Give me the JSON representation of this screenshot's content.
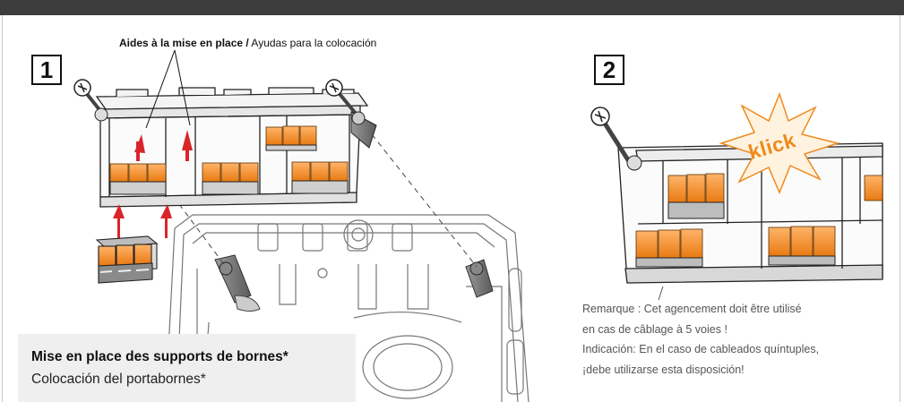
{
  "colors": {
    "topbar": "#3d3d3d",
    "accent": "#f08a1c",
    "arrow": "#d9252a",
    "panel": "#efefef"
  },
  "step1": {
    "number": "1"
  },
  "step2": {
    "number": "2"
  },
  "hint": {
    "fr": "Aides à la mise en place /",
    "es": " Ayudas para la colocación"
  },
  "panel": {
    "title_fr": "Mise en place des supports de bornes*",
    "title_es": "Colocación del portabornes*"
  },
  "klick": "klick",
  "note": {
    "line1": "Remarque : Cet agencement doit être utilisé",
    "line2": "en cas de câblage à 5 voies !",
    "line3": "Indicación: En el caso de cableados quíntuples,",
    "line4": "¡debe utilizarse esta disposición!"
  }
}
